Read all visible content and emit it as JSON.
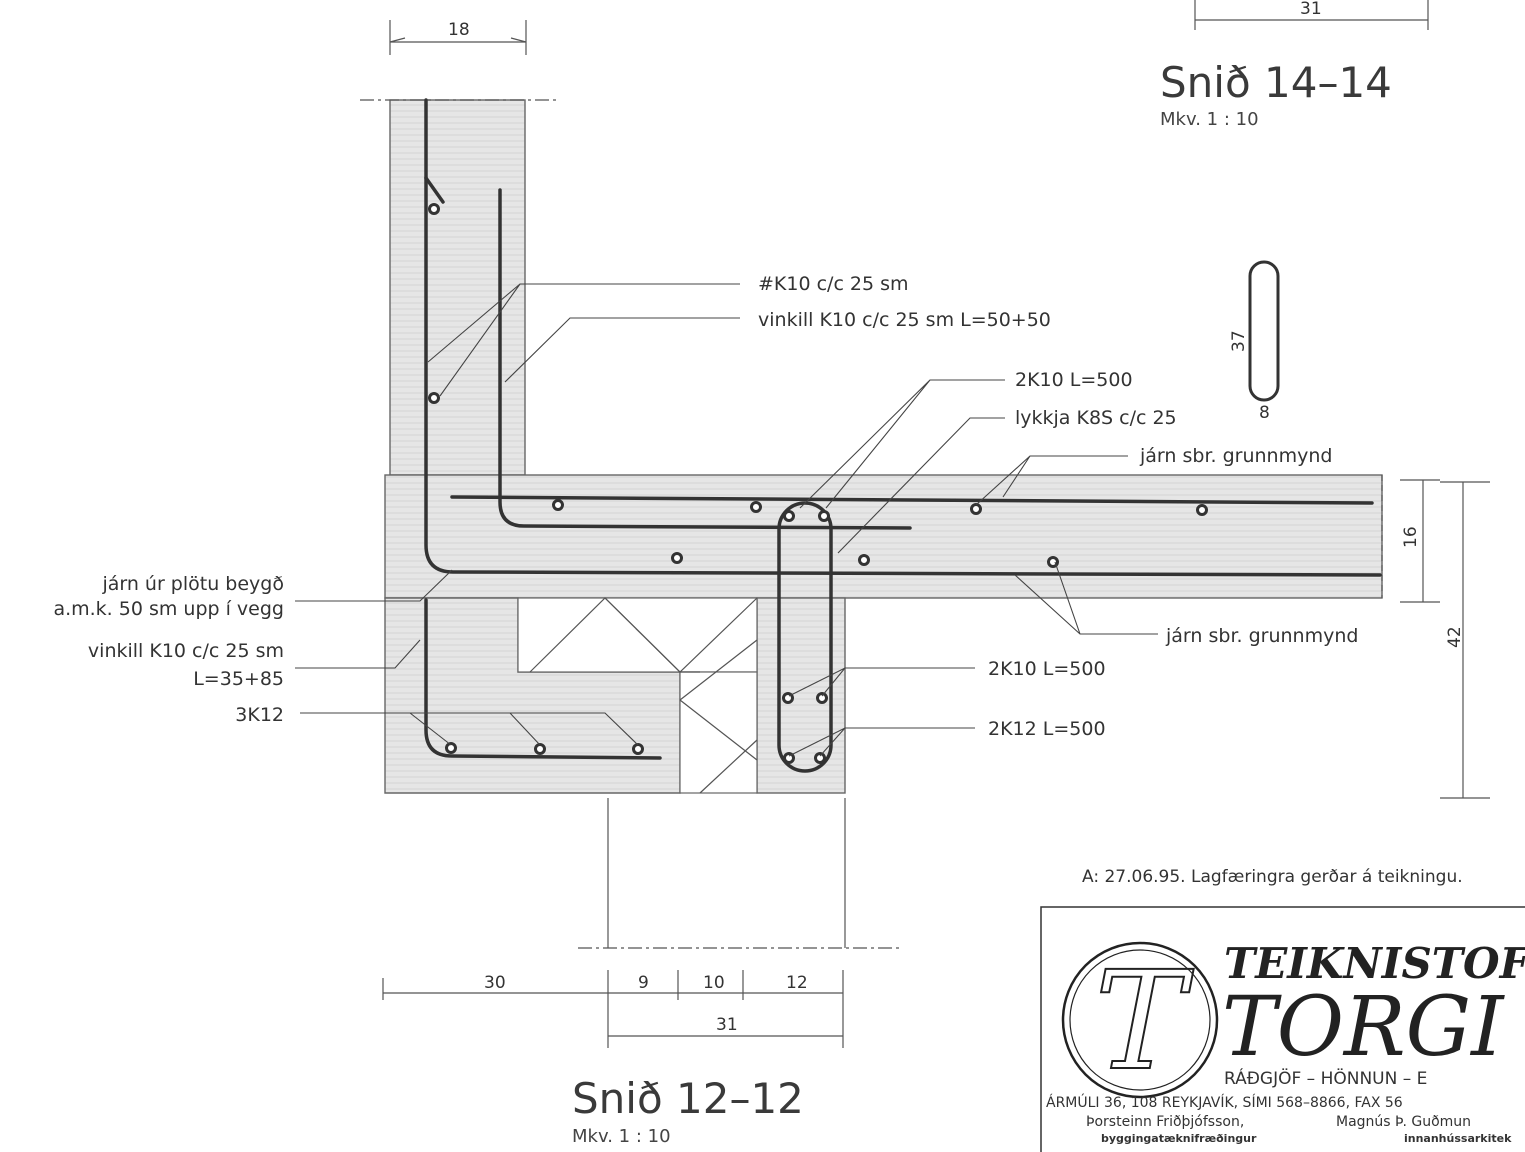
{
  "dimensions": {
    "wall_thickness": "18",
    "top_right_width": "31",
    "slab_thickness": "16",
    "total_depth": "42",
    "loop_height": "37",
    "loop_width": "8",
    "bottom_30": "30",
    "bottom_9": "9",
    "bottom_10": "10",
    "bottom_12": "12",
    "bottom_31": "31"
  },
  "labels": {
    "grid_k10": "#K10 c/c 25 sm",
    "vinkill_top": "vinkill K10 c/c 25 sm L=50+50",
    "k10_l500_top": "2K10 L=500",
    "lykkja": "lykkja K8S c/c 25",
    "jarn_top": "járn sbr. grunnmynd",
    "jarn_bottom": "járn sbr. grunnmynd",
    "jarn_plotu_1": "járn úr plötu beygð",
    "jarn_plotu_2": "a.m.k. 50 sm upp í vegg",
    "vinkill_left_1": "vinkill K10 c/c 25 sm",
    "vinkill_left_2": "L=35+85",
    "k12_3": "3K12",
    "k10_l500_beam": "2K10 L=500",
    "k12_l500_beam": "2K12 L=500"
  },
  "section_14": {
    "title": "Snið 14–14",
    "scale": "Mkv. 1 : 10"
  },
  "section_12": {
    "title": "Snið 12–12",
    "scale": "Mkv. 1 : 10"
  },
  "revision_note": "A: 27.06.95. Lagfæringra gerðar á teikningu.",
  "title_block": {
    "logo_letter": "T",
    "firm_name_1": "TEIKNISTOF",
    "firm_name_2": "TORGI",
    "services": "RÁÐGJÖF – HÖNNUN – E",
    "address": "ÁRMÚLI 36, 108 REYKJAVÍK, SÍMI 568–8866, FAX 56",
    "person_1_name": "Þorsteinn Friðþjófsson,",
    "person_1_title": "byggingatæknifræðingur",
    "person_2_name": "Magnús Þ. Guðmun",
    "person_2_title": "innanhússarkitek"
  }
}
